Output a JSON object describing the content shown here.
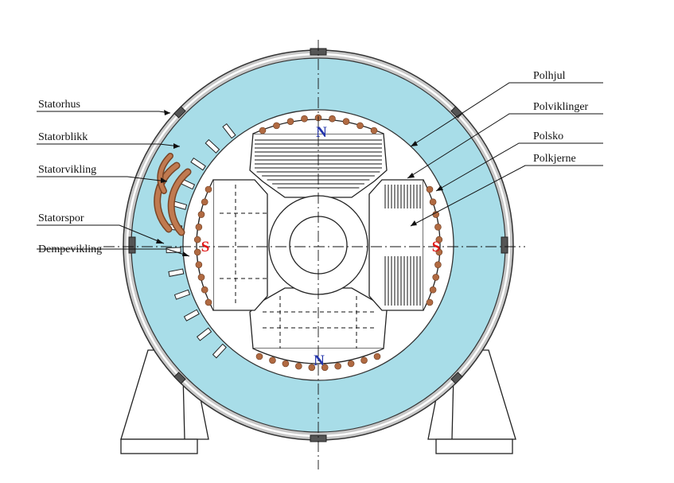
{
  "labels": {
    "statorhus": "Statorhus",
    "statorblikk": "Statorblikk",
    "statorvikling": "Statorvikling",
    "statorspor": "Statorspor",
    "dempevikling": "Dempevikling",
    "polhjul": "Polhjul",
    "polviklinger": "Polviklinger",
    "polsko": "Polsko",
    "polkjerne": "Polkjerne"
  },
  "poles": {
    "top": "N",
    "bottom": "N",
    "left": "S",
    "right": "S"
  },
  "colors": {
    "stator_core": "#a8dde8",
    "housing": "#c8c8c8",
    "winding": "#b06a42",
    "north": "#2233aa",
    "south": "#e01818"
  }
}
